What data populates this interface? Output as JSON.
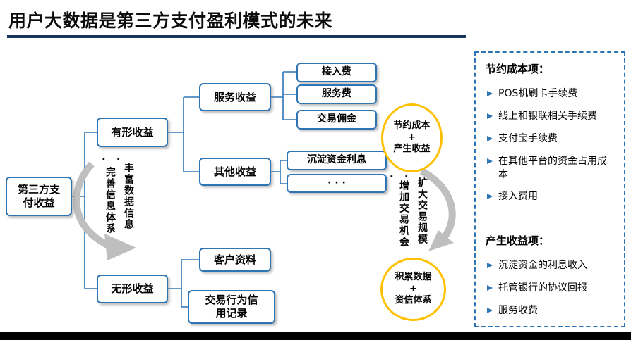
{
  "title": "用户大数据是第三方支付盈利模式的未来",
  "tree": {
    "root": "第三方支\n付收益",
    "tangible": "有形收益",
    "intangible": "无形收益",
    "service_income": "服务收益",
    "other_income": "其他收益",
    "access_fee": "接入费",
    "service_fee": "服务费",
    "commission": "交易佣金",
    "deposit_interest": "沉淀资金利息",
    "more": "· · ·",
    "customer_data": "客户资料",
    "credit_record": "交易行为信\n用记录"
  },
  "left_flow": {
    "dots": "· ·",
    "label_a": "完善信息体系",
    "label_b": "丰富数据信息"
  },
  "mid_flow": {
    "ellipse_top": "节约成本\n+\n产生收益",
    "dots": "· ·",
    "label_a": "增加交易机会",
    "label_b": "扩大交易规模",
    "ellipse_bottom": "积累数据\n+\n资信体系"
  },
  "panel": {
    "heading_savings": "节约成本项：",
    "savings_items": [
      "POS机刷卡手续费",
      "线上和银联相关手续费",
      "支付宝手续费",
      "在其他平台的资金占用成本",
      "接入费用"
    ],
    "heading_income": "产生收益项：",
    "income_items": [
      "沉淀资金的利息收入",
      "托管银行的协议回报",
      "服务收费"
    ],
    "bullet_icon": "right-arrowhead"
  },
  "colors": {
    "box_border": "#2E75B6",
    "ellipse_border": "#FFC000",
    "title_underline": "#17375E",
    "arrow_gray": "#BFBFBF",
    "bottom_bar": "#000000"
  }
}
